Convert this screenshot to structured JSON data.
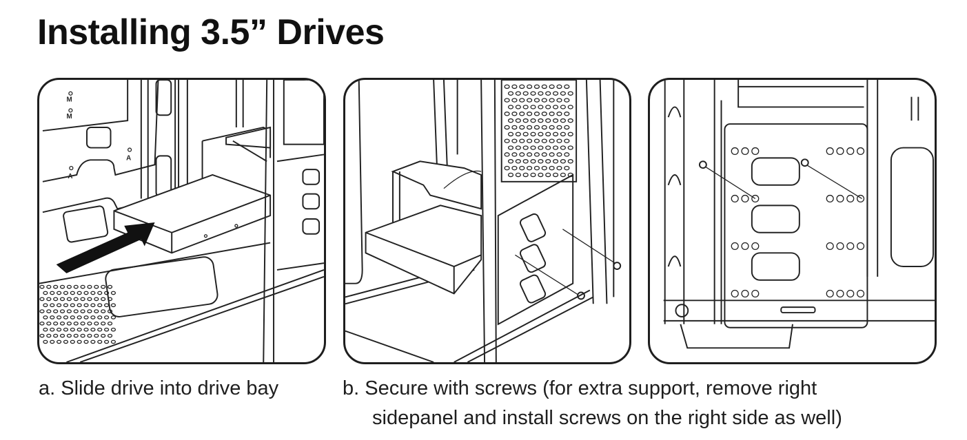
{
  "document": {
    "title": "Installing 3.5” Drives"
  },
  "steps": [
    {
      "id": "a",
      "caption": "a. Slide drive into drive bay",
      "illustration": "drive-sliding-into-bay-with-arrow",
      "labels": [
        "M",
        "M",
        "A",
        "A"
      ]
    },
    {
      "id": "b",
      "caption_line1": "b. Secure with screws (for extra support, remove right",
      "caption_line2": "sidepanel and install screws on the right side as well)",
      "illustration": "drive-secured-with-screws-front-side"
    },
    {
      "id": "c",
      "illustration": "drive-cage-right-side-screws"
    }
  ],
  "colors": {
    "ink": "#1e1e1e",
    "background": "#ffffff"
  }
}
